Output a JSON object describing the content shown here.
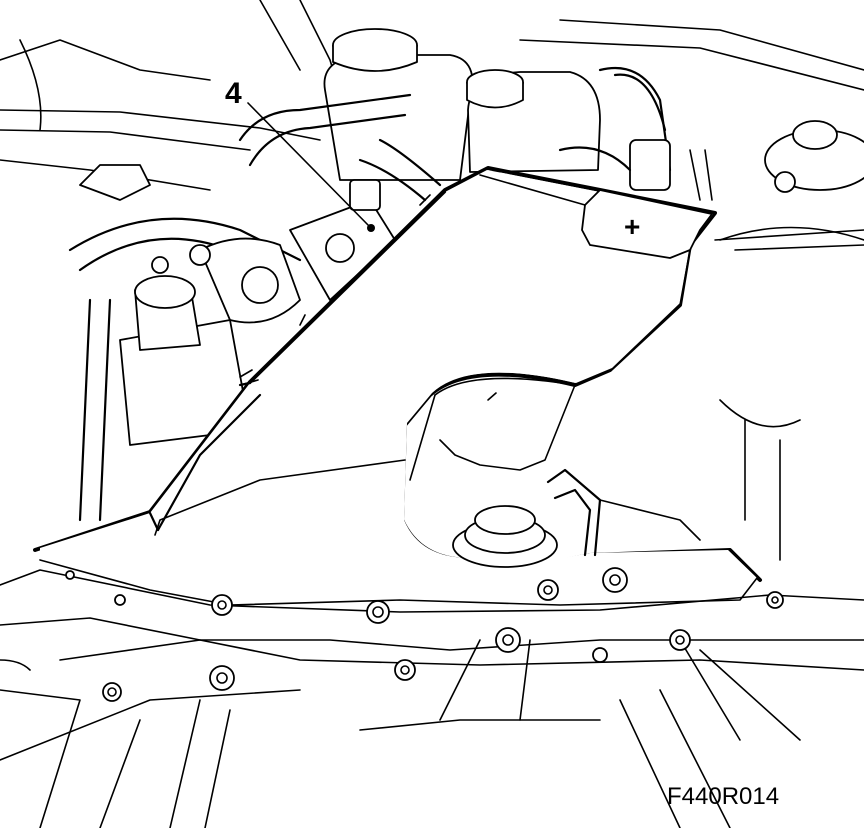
{
  "diagram": {
    "callout_label": "4",
    "polarity_symbol": "+",
    "figure_code": "F440R014"
  },
  "colors": {
    "line": "#000000",
    "background": "#ffffff"
  },
  "icons": [
    "battery-cover",
    "brake-fluid-reservoir",
    "coolant-reservoir",
    "strut-top-mount",
    "abs-unit",
    "bolt",
    "hose"
  ]
}
